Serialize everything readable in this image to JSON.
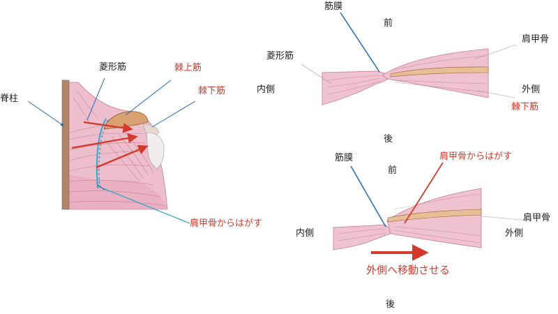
{
  "colors": {
    "text": "#222222",
    "accent_red": "#d33a2c",
    "muscle_pink": "#e8b4c4",
    "muscle_line": "#b0506a",
    "scapula_tan": "#d9a070",
    "fascia_blue": "#1e6bb0",
    "light_blue": "#33a6c8",
    "spine_brown": "#9a7256"
  },
  "left_figure": {
    "spine_label": "脊柱",
    "rhomboid_label": "菱形筋",
    "supraspinatus_label": "棘上筋",
    "infraspinatus_label": "棘下筋",
    "peel_label": "肩甲骨からはがす"
  },
  "top_right_figure": {
    "fascia_label": "筋膜",
    "anterior_label": "前",
    "rhomboid_label": "菱形筋",
    "scapula_label": "肩甲骨",
    "medial_label": "内側",
    "lateral_label": "外側",
    "infraspinatus_label": "棘下筋",
    "posterior_label": "後"
  },
  "bottom_right_figure": {
    "fascia_label": "筋膜",
    "anterior_label": "前",
    "peel_label": "肩甲骨からはがす",
    "scapula_label": "肩甲骨",
    "medial_label": "内側",
    "lateral_label": "外側",
    "move_label": "外側へ移動させる",
    "posterior_label": "後"
  }
}
